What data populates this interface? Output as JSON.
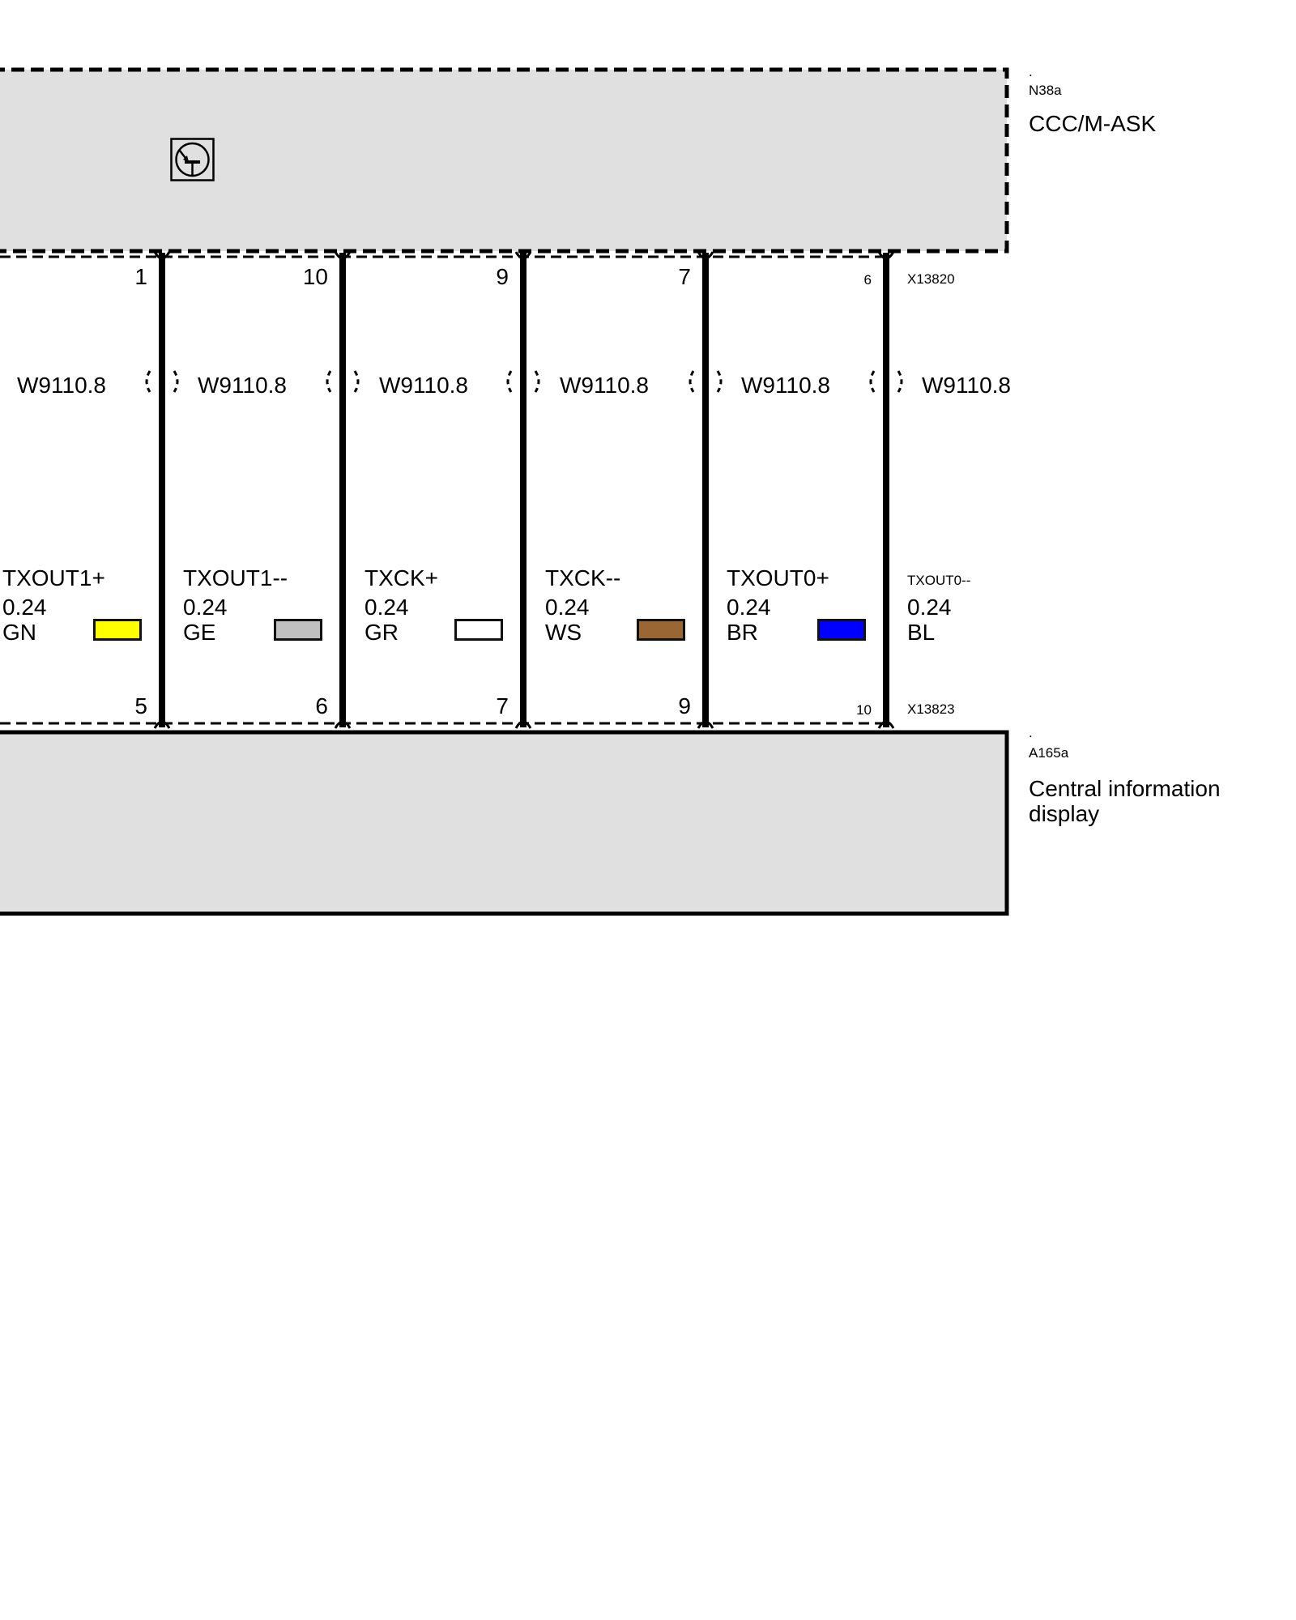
{
  "top_component": {
    "dot": ".",
    "id": "N38a",
    "name": "CCC/M-ASK",
    "connector": "X13820",
    "icon": "transistor-icon"
  },
  "bottom_component": {
    "dot": ".",
    "id": "A165a",
    "name_line1": "Central information",
    "name_line2": "display",
    "connector": "X13823"
  },
  "wires": [
    {
      "top_pin": "1",
      "harness": "W9110.8",
      "signal": "TXOUT1+",
      "gauge": "0.24",
      "color_code": "GN",
      "swatch": "#ffff00",
      "bottom_pin": "5"
    },
    {
      "top_pin": "10",
      "harness": "W9110.8",
      "signal": "TXOUT1--",
      "gauge": "0.24",
      "color_code": "GE",
      "swatch": "#c0c0c0",
      "bottom_pin": "6"
    },
    {
      "top_pin": "9",
      "harness": "W9110.8",
      "signal": "TXCK+",
      "gauge": "0.24",
      "color_code": "GR",
      "swatch": "#ffffff",
      "bottom_pin": "7"
    },
    {
      "top_pin": "7",
      "harness": "W9110.8",
      "signal": "TXCK--",
      "gauge": "0.24",
      "color_code": "WS",
      "swatch": "#9a6634",
      "bottom_pin": "9"
    },
    {
      "top_pin": "6",
      "harness": "W9110.8",
      "signal": "TXOUT0+",
      "gauge": "0.24",
      "color_code": "BR",
      "swatch": "#0000ff",
      "bottom_pin": "10"
    },
    {
      "top_pin": "",
      "harness": "W9110.8",
      "signal": "TXOUT0--",
      "gauge": "0.24",
      "color_code": "BL",
      "swatch": "",
      "bottom_pin": ""
    }
  ]
}
